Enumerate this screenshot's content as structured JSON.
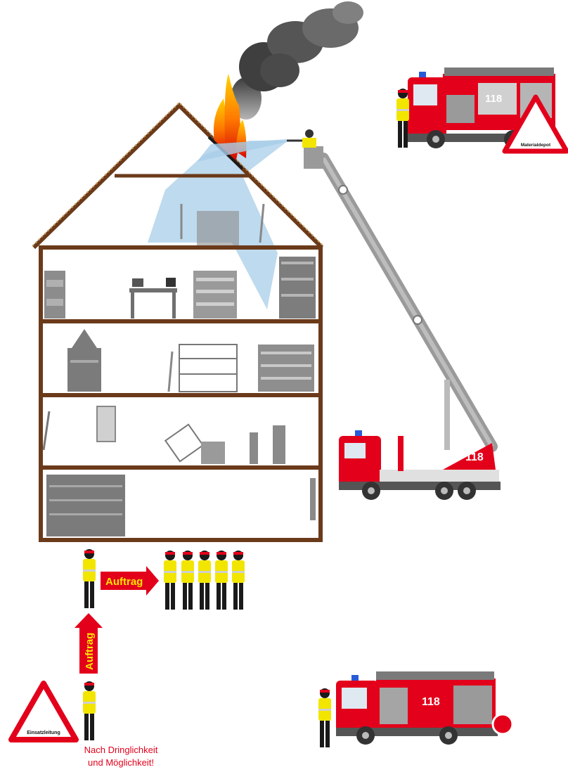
{
  "labels": {
    "truck_number": "118",
    "arrow_horizontal": "Auftrag",
    "arrow_vertical": "Auftrag",
    "sign_material": "Materialdepot",
    "sign_command": "Einsatzleitung",
    "note_line1": "Nach Dringlichkeit",
    "note_line2": "und Möglichkeit!"
  },
  "icons": {
    "building": "house-cross-section-icon",
    "fire": "fire-icon",
    "smoke": "smoke-icon",
    "ladder_truck": "aerial-ladder-truck-icon",
    "fire_engine": "fire-engine-icon",
    "firefighter": "firefighter-icon",
    "warning_sign": "warning-triangle-icon"
  },
  "colors": {
    "fire_red": "#e3001b",
    "arrow_yellow": "#ffe600",
    "wood_brown": "#6b3a1a",
    "water_blue": "#a8cde8",
    "firefighter_yellow": "#f2e600"
  }
}
